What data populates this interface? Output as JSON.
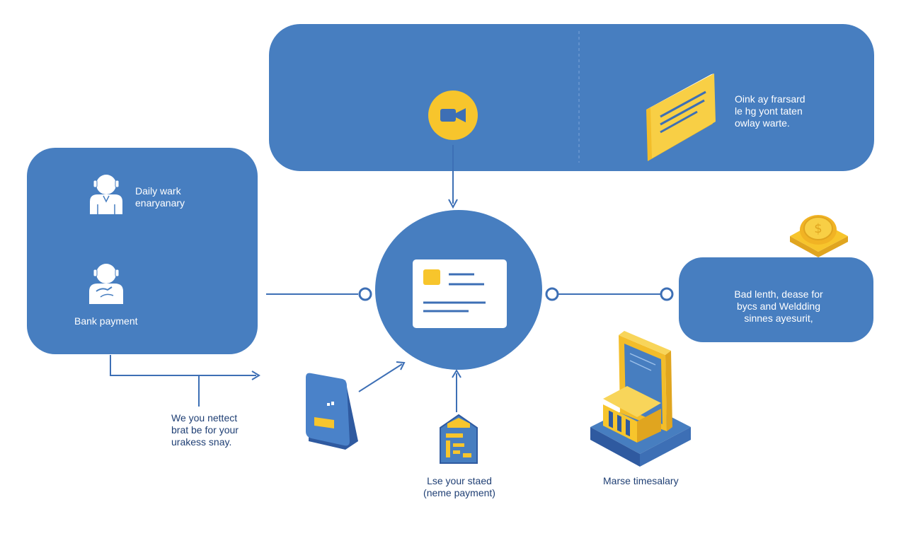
{
  "top_panel": {
    "lines": [
      "Oink ay frarsard",
      "le hg yont taten",
      "owlay warte."
    ]
  },
  "left_panel": {
    "person1_lines": [
      "Daily wark",
      "enaryanary"
    ],
    "bank_label": "Bank payment"
  },
  "right_panel": {
    "lines": [
      "Bad lenth, dease for",
      "bycs and Weldding",
      "sinnes ayesurit,"
    ]
  },
  "bottom_left_note": {
    "lines": [
      "We you nettect",
      "brat be for your",
      "urakess snay."
    ]
  },
  "bottom_center_note": {
    "lines": [
      "Lse your staed",
      "(neme payment)"
    ]
  },
  "bottom_right_note": {
    "text": "Marse timesalary"
  },
  "colors": {
    "panel_blue": "#477ec0",
    "accent_yellow": "#f7c52c",
    "line_blue": "#3d6fb5",
    "text_dark": "#1f3f74"
  },
  "icons": [
    "video-camera-icon",
    "document-icon",
    "person-icon",
    "person-icon",
    "coin-icon",
    "id-card-icon",
    "phone-icon",
    "house-icon",
    "bank-building-icon"
  ]
}
